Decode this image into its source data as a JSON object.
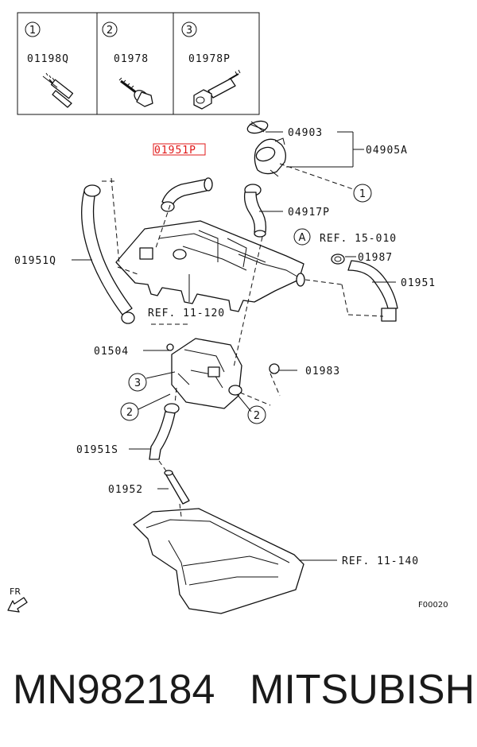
{
  "legend": [
    {
      "number": "1",
      "part": "01198Q"
    },
    {
      "number": "2",
      "part": "01978"
    },
    {
      "number": "3",
      "part": "01978P"
    }
  ],
  "callouts": {
    "p04903": "04903",
    "p04905A": "04905A",
    "p01951P": "01951P",
    "p04917P": "04917P",
    "ref15010": "REF. 15-010",
    "p01987": "01987",
    "p01951": "01951",
    "p01951Q": "01951Q",
    "ref11120": "REF. 11-120",
    "p01504": "01504",
    "p01983": "01983",
    "p01951S": "01951S",
    "p01952": "01952",
    "ref11140": "REF. 11-140"
  },
  "circle_markers": {
    "c1": "1",
    "c2a": "2",
    "c2b": "2",
    "c3": "3",
    "cA": "A"
  },
  "direction_label": "FR",
  "figure_code": "F00020",
  "footer": {
    "part_number": "MN982184",
    "brand": "MITSUBISHI"
  },
  "colors": {
    "highlight": "#e01818",
    "line": "#111111"
  }
}
